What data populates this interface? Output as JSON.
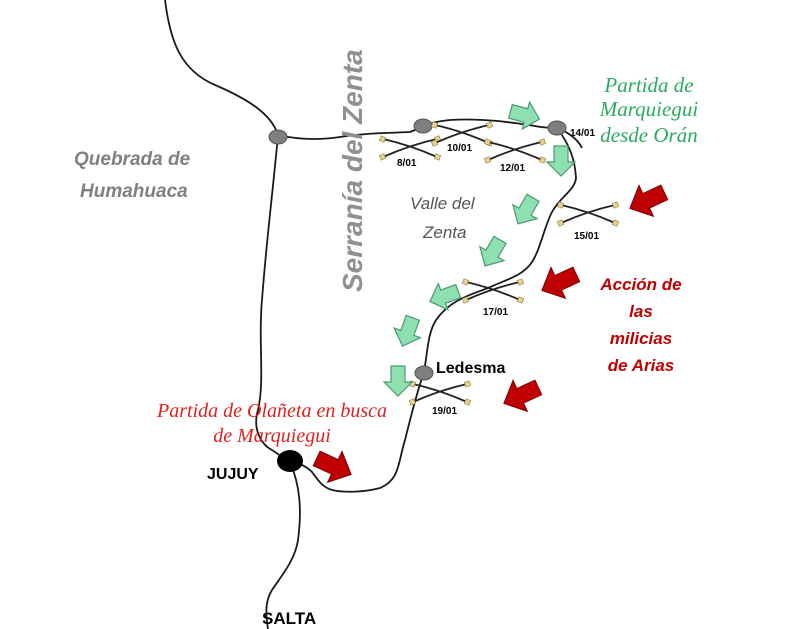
{
  "labels": {
    "quebrada_line1": "Quebrada de",
    "quebrada_line2": "Humahuaca",
    "serrania": "Serranía del Zenta",
    "valle_line1": "Valle del",
    "valle_line2": "Zenta",
    "marquiegui_line1": "Partida de",
    "marquiegui_line2": "Marquiegui",
    "marquiegui_line3": "desde Orán",
    "accion_line1": "Acción de",
    "accion_line2": "las",
    "accion_line3": "milicias",
    "accion_line4": "de Arias",
    "olaneta_line1": "Partida de Olañeta en busca",
    "olaneta_line2": "de Marquiegui",
    "ledesma": "Ledesma",
    "jujuy": "JUJUY",
    "salta": "SALTA"
  },
  "battles": [
    {
      "date": "8/01"
    },
    {
      "date": "10/01"
    },
    {
      "date": "12/01"
    },
    {
      "date": "14/01"
    },
    {
      "date": "15/01"
    },
    {
      "date": "17/01"
    },
    {
      "date": "19/01"
    }
  ],
  "colors": {
    "route_line": "#1a1a1a",
    "green_arrow_fill": "#8fe0b0",
    "green_arrow_stroke": "#4a9a6e",
    "red_arrow_fill": "#c00000",
    "green_text": "#2aaa60",
    "red_text_marquiegui": "#e02020",
    "dark_red_text": "#c00000",
    "grey_text": "#808080",
    "town_marker": "#7f7f7f",
    "city_marker": "#000000"
  },
  "icons": {
    "battle": "crossed-swords-icon",
    "green_arrow": "green-arrow-icon",
    "red_arrow": "red-arrow-icon",
    "town": "town-marker-icon",
    "city": "city-marker-icon"
  }
}
